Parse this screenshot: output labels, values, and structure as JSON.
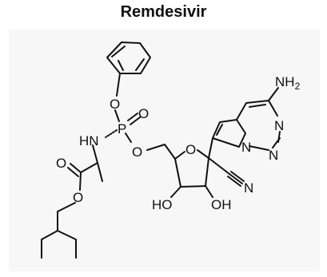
{
  "title": "Remdesivir",
  "atoms": {
    "o_phenoxy": "O",
    "p": "P",
    "o_double": "O",
    "hn": "HN",
    "o_ester_carbonyl": "O",
    "o_ester": "O",
    "o_linker": "O",
    "o_ring": "O",
    "ho_left": "HO",
    "oh_right": "OH",
    "n_nitrile": "N",
    "nh2_n": "NH",
    "nh2_sub": "2",
    "n_pyr1": "N",
    "n_pyr2": "N",
    "n_pyr3": "N"
  },
  "colors": {
    "bond": "#111111",
    "panel_bg": "#f7f7f7"
  }
}
